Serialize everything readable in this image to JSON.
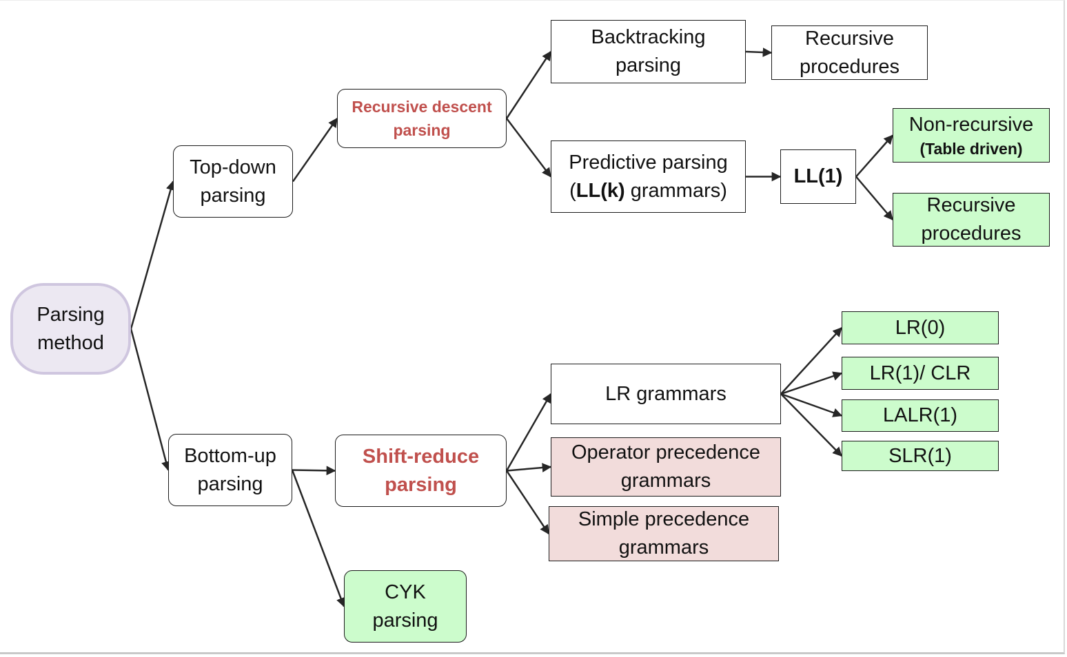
{
  "diagram": {
    "title": "Parsing method taxonomy",
    "colors": {
      "root_fill": "#ece8f2",
      "root_border": "#cfc6df",
      "highlight_text": "#c0504d",
      "leaf_green": "#ccfccc",
      "leaf_pink": "#f2dcdb",
      "edge": "#262626"
    },
    "nodes": {
      "parsing_method": {
        "line1": "Parsing",
        "line2": "method"
      },
      "top_down": {
        "line1": "Top-down",
        "line2": "parsing"
      },
      "bottom_up": {
        "line1": "Bottom-up",
        "line2": "parsing"
      },
      "recursive_descent": {
        "line1": "Recursive descent",
        "line2": "parsing"
      },
      "shift_reduce": {
        "line1": "Shift-reduce",
        "line2": "parsing"
      },
      "cyk": {
        "line1": "CYK",
        "line2": "parsing"
      },
      "backtracking": {
        "line1": "Backtracking",
        "line2": "parsing"
      },
      "recursive_procedures_1": {
        "line1": "Recursive",
        "line2": "procedures"
      },
      "predictive": {
        "line1": "Predictive parsing",
        "line2_open": "(",
        "line2_bold": "LL(k)",
        "line2_rest": " grammars)"
      },
      "ll1": {
        "label": "LL(1)"
      },
      "non_recursive": {
        "line1": "Non-recursive",
        "line2": "(Table driven)"
      },
      "recursive_procedures_2": {
        "line1": "Recursive",
        "line2": "procedures"
      },
      "lr_grammars": {
        "label": "LR grammars"
      },
      "operator_precedence": {
        "line1": "Operator precedence",
        "line2": "grammars"
      },
      "simple_precedence": {
        "line1": "Simple precedence",
        "line2": "grammars"
      },
      "lr0": {
        "label": "LR(0)"
      },
      "lr1_clr": {
        "label": "LR(1)/ CLR"
      },
      "lalr1": {
        "label": "LALR(1)"
      },
      "slr1": {
        "label": "SLR(1)"
      }
    },
    "edges": [
      {
        "from": "parsing_method",
        "to": "top_down"
      },
      {
        "from": "parsing_method",
        "to": "bottom_up"
      },
      {
        "from": "top_down",
        "to": "recursive_descent"
      },
      {
        "from": "recursive_descent",
        "to": "backtracking"
      },
      {
        "from": "recursive_descent",
        "to": "predictive"
      },
      {
        "from": "backtracking",
        "to": "recursive_procedures_1"
      },
      {
        "from": "predictive",
        "to": "ll1"
      },
      {
        "from": "ll1",
        "to": "non_recursive"
      },
      {
        "from": "ll1",
        "to": "recursive_procedures_2"
      },
      {
        "from": "bottom_up",
        "to": "shift_reduce"
      },
      {
        "from": "bottom_up",
        "to": "cyk"
      },
      {
        "from": "shift_reduce",
        "to": "lr_grammars"
      },
      {
        "from": "shift_reduce",
        "to": "operator_precedence"
      },
      {
        "from": "shift_reduce",
        "to": "simple_precedence"
      },
      {
        "from": "lr_grammars",
        "to": "lr0"
      },
      {
        "from": "lr_grammars",
        "to": "lr1_clr"
      },
      {
        "from": "lr_grammars",
        "to": "lalr1"
      },
      {
        "from": "lr_grammars",
        "to": "slr1"
      }
    ]
  }
}
